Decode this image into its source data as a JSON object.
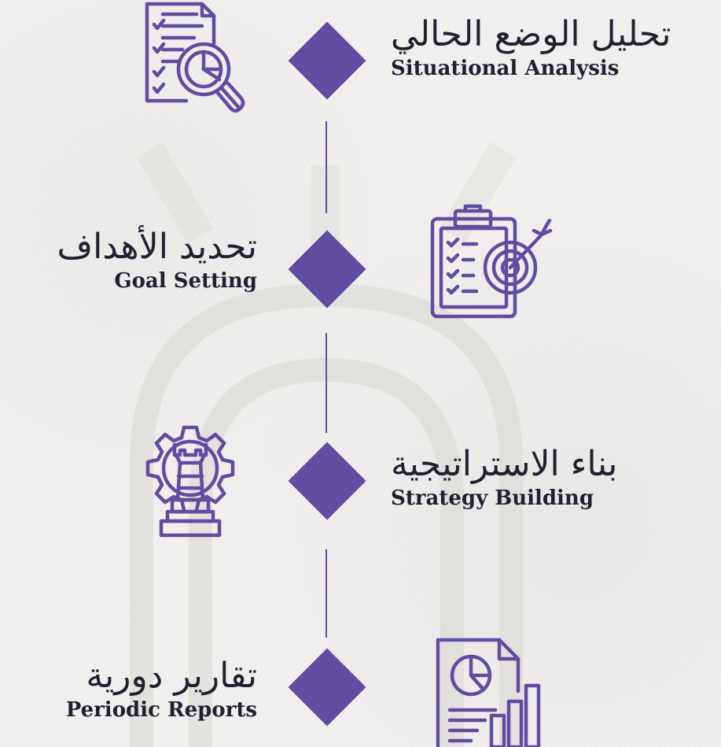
{
  "colors": {
    "accent": "#5e4da0",
    "text": "#231f2f",
    "background": "#f1f0ee"
  },
  "steps": [
    {
      "title_ar": "تحليل الوضع الحالي",
      "title_en": "Situational Analysis",
      "icon": "analysis-report-icon"
    },
    {
      "title_ar": "تحديد الأهداف",
      "title_en": "Goal Setting",
      "icon": "target-clipboard-icon"
    },
    {
      "title_ar": "بناء الاستراتيجية",
      "title_en": "Strategy Building",
      "icon": "strategy-gear-icon"
    },
    {
      "title_ar": "تقارير دورية",
      "title_en": "Periodic Reports",
      "icon": "periodic-reports-icon"
    }
  ]
}
